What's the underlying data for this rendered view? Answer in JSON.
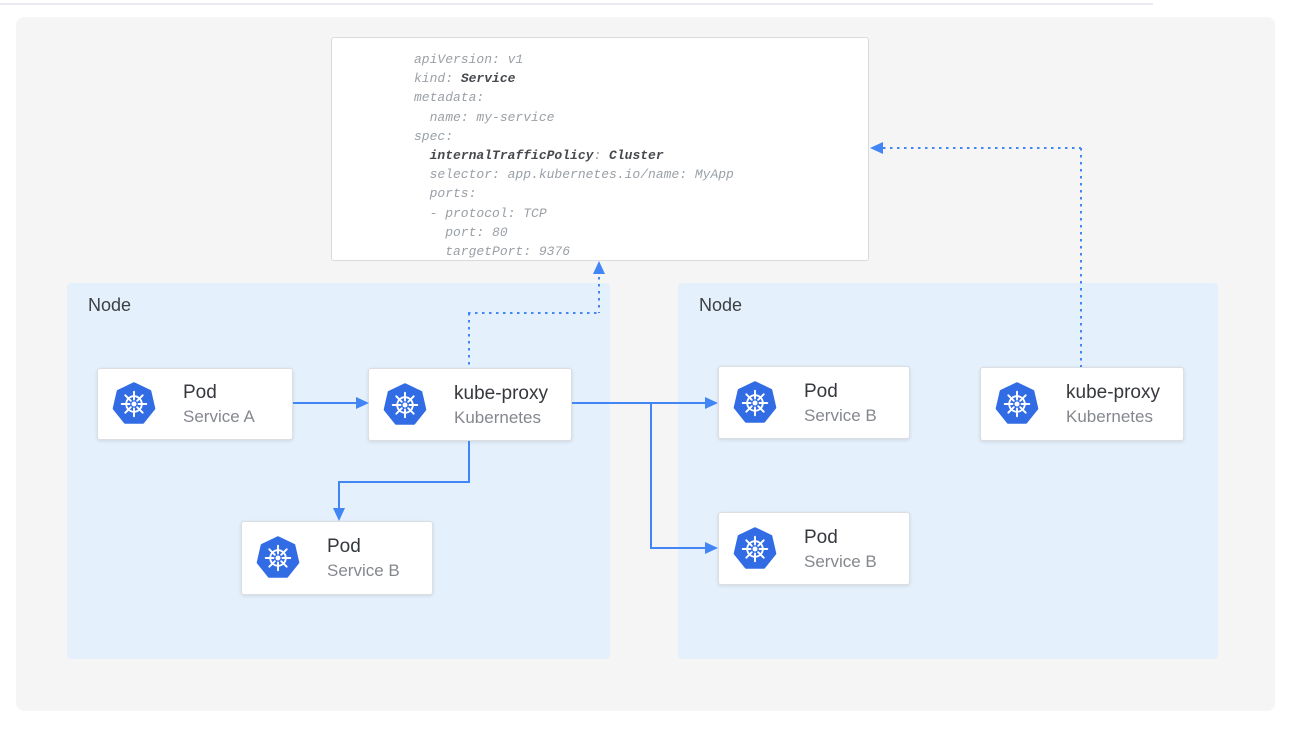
{
  "yaml_card": {
    "code_lines": [
      [
        {
          "text": "apiVersion: v1",
          "bold": false
        }
      ],
      [
        {
          "text": "kind: ",
          "bold": false
        },
        {
          "text": "Service",
          "bold": true
        }
      ],
      [
        {
          "text": "metadata:",
          "bold": false
        }
      ],
      [
        {
          "text": "  name: my-service",
          "bold": false
        }
      ],
      [
        {
          "text": "spec:",
          "bold": false
        }
      ],
      [
        {
          "text": "  ",
          "bold": false
        },
        {
          "text": "internalTrafficPolicy",
          "bold": true
        },
        {
          "text": ": ",
          "bold": false
        },
        {
          "text": "Cluster",
          "bold": true
        }
      ],
      [
        {
          "text": "  selector: app.kubernetes.io/name: MyApp",
          "bold": false
        }
      ],
      [
        {
          "text": "  ports:",
          "bold": false
        }
      ],
      [
        {
          "text": "  - protocol: TCP",
          "bold": false
        }
      ],
      [
        {
          "text": "    port: 80",
          "bold": false
        }
      ],
      [
        {
          "text": "    targetPort: 9376",
          "bold": false
        }
      ]
    ]
  },
  "nodes": [
    {
      "label": "Node",
      "boxes": [
        {
          "title": "Pod",
          "subtitle": "Service A",
          "icon": "kubernetes-helm-icon"
        },
        {
          "title": "kube-proxy",
          "subtitle": "Kubernetes",
          "icon": "kubernetes-helm-icon"
        },
        {
          "title": "Pod",
          "subtitle": "Service B",
          "icon": "kubernetes-helm-icon"
        }
      ]
    },
    {
      "label": "Node",
      "boxes": [
        {
          "title": "Pod",
          "subtitle": "Service B",
          "icon": "kubernetes-helm-icon"
        },
        {
          "title": "Pod",
          "subtitle": "Service B",
          "icon": "kubernetes-helm-icon"
        },
        {
          "title": "kube-proxy",
          "subtitle": "Kubernetes",
          "icon": "kubernetes-helm-icon"
        }
      ]
    }
  ],
  "colors": {
    "accent_blue": "#4285f4",
    "kubernetes_blue": "#326ce5",
    "node_fill": "#e4f0fc",
    "panel_gray": "#f5f5f6"
  }
}
